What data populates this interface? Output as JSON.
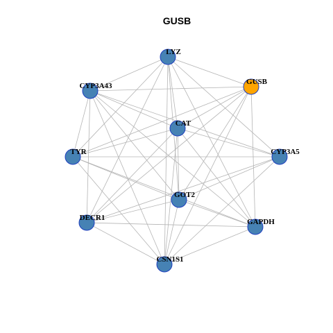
{
  "title": "GUSB",
  "colors": {
    "node_fill": "#4682B4",
    "highlight_fill": "#FFA500",
    "node_stroke": "#1f3fbf",
    "edge": "#b4b4b4"
  },
  "nodes": [
    {
      "id": "LYZ",
      "label": "LYZ",
      "highlight": false
    },
    {
      "id": "GUSB",
      "label": "GUSB",
      "highlight": true
    },
    {
      "id": "CYP3A43",
      "label": "CYP3A43",
      "highlight": false
    },
    {
      "id": "CAT",
      "label": "CAT",
      "highlight": false
    },
    {
      "id": "TYR",
      "label": "TYR",
      "highlight": false
    },
    {
      "id": "CYP3A5",
      "label": "CYP3A5",
      "highlight": false
    },
    {
      "id": "GOT2",
      "label": "GOT2",
      "highlight": false
    },
    {
      "id": "DECR1",
      "label": "DECR1",
      "highlight": false
    },
    {
      "id": "GAPDH",
      "label": "GAPDH",
      "highlight": false
    },
    {
      "id": "CSN1S1",
      "label": "CSN1S1",
      "highlight": false
    }
  ],
  "edges": [
    [
      "LYZ",
      "GUSB"
    ],
    [
      "LYZ",
      "CYP3A43"
    ],
    [
      "LYZ",
      "CAT"
    ],
    [
      "LYZ",
      "TYR"
    ],
    [
      "LYZ",
      "CYP3A5"
    ],
    [
      "LYZ",
      "GOT2"
    ],
    [
      "LYZ",
      "DECR1"
    ],
    [
      "LYZ",
      "GAPDH"
    ],
    [
      "LYZ",
      "CSN1S1"
    ],
    [
      "GUSB",
      "CYP3A43"
    ],
    [
      "GUSB",
      "CAT"
    ],
    [
      "GUSB",
      "TYR"
    ],
    [
      "GUSB",
      "GOT2"
    ],
    [
      "GUSB",
      "DECR1"
    ],
    [
      "GUSB",
      "GAPDH"
    ],
    [
      "GUSB",
      "CSN1S1"
    ],
    [
      "CYP3A43",
      "CAT"
    ],
    [
      "CYP3A43",
      "TYR"
    ],
    [
      "CYP3A43",
      "CYP3A5"
    ],
    [
      "CYP3A43",
      "GOT2"
    ],
    [
      "CYP3A43",
      "DECR1"
    ],
    [
      "CYP3A43",
      "GAPDH"
    ],
    [
      "CYP3A43",
      "CSN1S1"
    ],
    [
      "CAT",
      "TYR"
    ],
    [
      "CAT",
      "CYP3A5"
    ],
    [
      "CAT",
      "GOT2"
    ],
    [
      "CAT",
      "DECR1"
    ],
    [
      "CAT",
      "GAPDH"
    ],
    [
      "CAT",
      "CSN1S1"
    ],
    [
      "TYR",
      "CYP3A5"
    ],
    [
      "TYR",
      "GOT2"
    ],
    [
      "TYR",
      "GAPDH"
    ],
    [
      "TYR",
      "CSN1S1"
    ],
    [
      "CYP3A5",
      "GOT2"
    ],
    [
      "CYP3A5",
      "DECR1"
    ],
    [
      "CYP3A5",
      "CSN1S1"
    ],
    [
      "GOT2",
      "DECR1"
    ],
    [
      "GOT2",
      "GAPDH"
    ],
    [
      "GOT2",
      "CSN1S1"
    ],
    [
      "DECR1",
      "GAPDH"
    ],
    [
      "DECR1",
      "CSN1S1"
    ],
    [
      "GAPDH",
      "CSN1S1"
    ]
  ]
}
